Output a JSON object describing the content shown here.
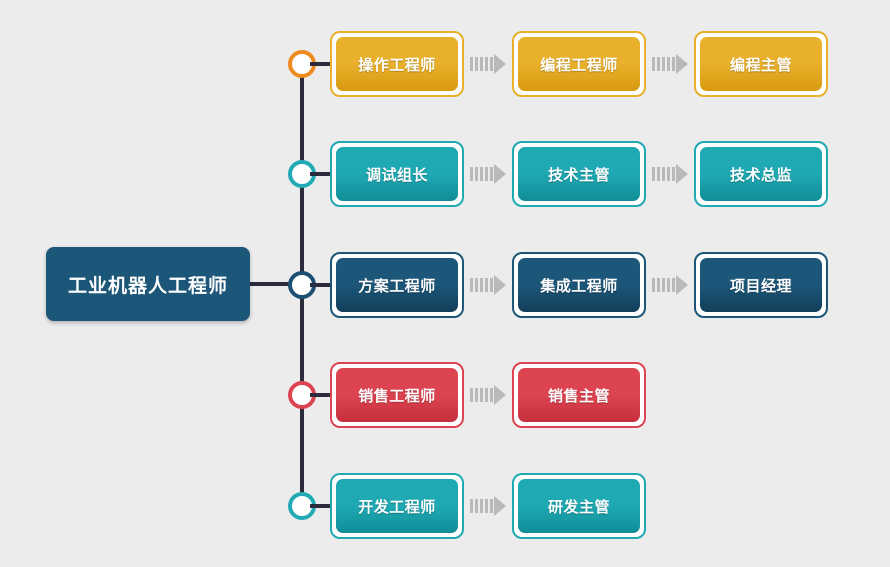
{
  "root": {
    "label": "工业机器人工程师",
    "color": "#1c5679"
  },
  "rows": [
    {
      "color": "#e8b02b",
      "color_dark": "#d99a10",
      "node_color": "#ef8a1f",
      "items": [
        "操作工程师",
        "编程工程师",
        "编程主管"
      ]
    },
    {
      "color": "#1fa9b3",
      "color_dark": "#108e97",
      "node_color": "#22aab5",
      "items": [
        "调试组长",
        "技术主管",
        "技术总监"
      ]
    },
    {
      "color": "#1c5679",
      "color_dark": "#123e5a",
      "node_color": "#1c4f72",
      "items": [
        "方案工程师",
        "集成工程师",
        "项目经理"
      ]
    },
    {
      "color": "#dd4451",
      "color_dark": "#c52e3b",
      "node_color": "#dd4451",
      "items": [
        "销售工程师",
        "销售主管"
      ]
    },
    {
      "color": "#1fa9b3",
      "color_dark": "#108e97",
      "node_color": "#22aab5",
      "items": [
        "开发工程师",
        "研发主管"
      ]
    }
  ]
}
